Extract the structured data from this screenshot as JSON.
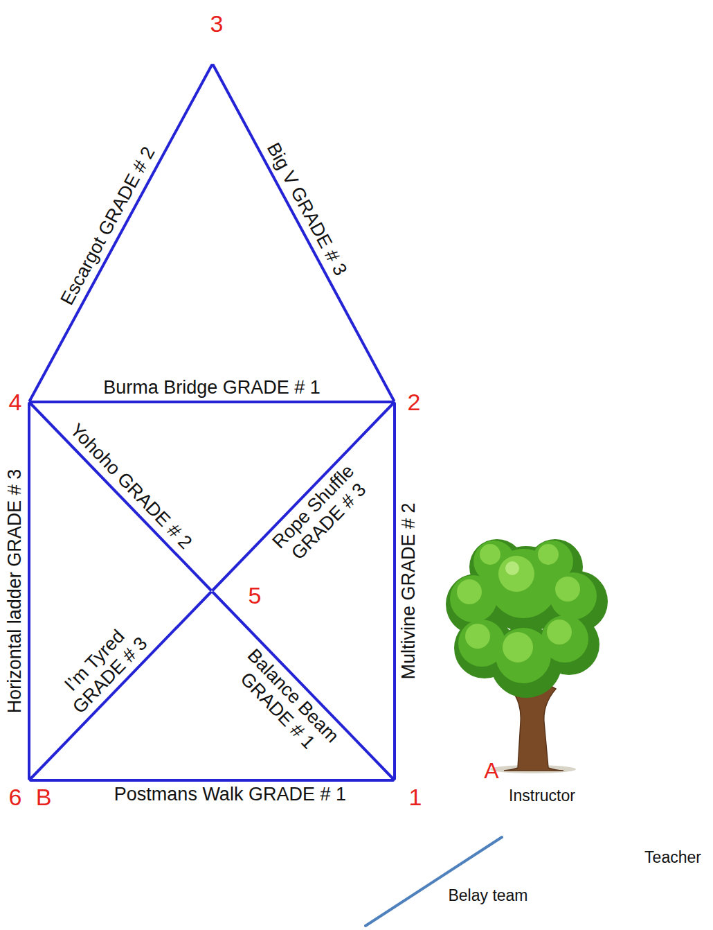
{
  "diagram": {
    "nodes": [
      {
        "text": [
          "3"
        ]
      },
      {
        "text": [
          "4"
        ]
      },
      {
        "text": [
          "2"
        ]
      },
      {
        "text": [
          "5"
        ]
      },
      {
        "text": [
          "6",
          "B"
        ]
      },
      {
        "text": [
          "1"
        ]
      }
    ],
    "edges": [
      {
        "from": 1,
        "to": 0,
        "arrow": "none",
        "label": "Escargot GRADE # 2"
      },
      {
        "from": 0,
        "to": 2,
        "arrow": "none",
        "label": "Big V GRADE # 3"
      },
      {
        "from": 1,
        "to": 2,
        "arrow": "none",
        "label": "Burma Bridge GRADE # 1"
      },
      {
        "from": 1,
        "to": 3,
        "arrow": "none",
        "label": "Yohoho GRADE # 2"
      },
      {
        "from": 3,
        "to": 2,
        "arrow": "none",
        "label": "Rope Shuffle GRADE # 3"
      },
      {
        "from": 2,
        "to": 5,
        "arrow": "none",
        "label": "Multivine GRADE # 2"
      },
      {
        "from": 4,
        "to": 1,
        "arrow": "none",
        "label": "Horizontal ladder GRADE # 3"
      },
      {
        "from": 4,
        "to": 3,
        "arrow": "none",
        "label": "I’m Tyred GRADE # 3"
      },
      {
        "from": 3,
        "to": 5,
        "arrow": "none",
        "label": "Balance Beam GRADE # 1"
      },
      {
        "from": 4,
        "to": 5,
        "arrow": "none",
        "label": "Postmans Walk GRADE # 1"
      }
    ],
    "labels": [
      "A",
      "Instructor",
      "Teacher",
      "Belay team"
    ]
  }
}
